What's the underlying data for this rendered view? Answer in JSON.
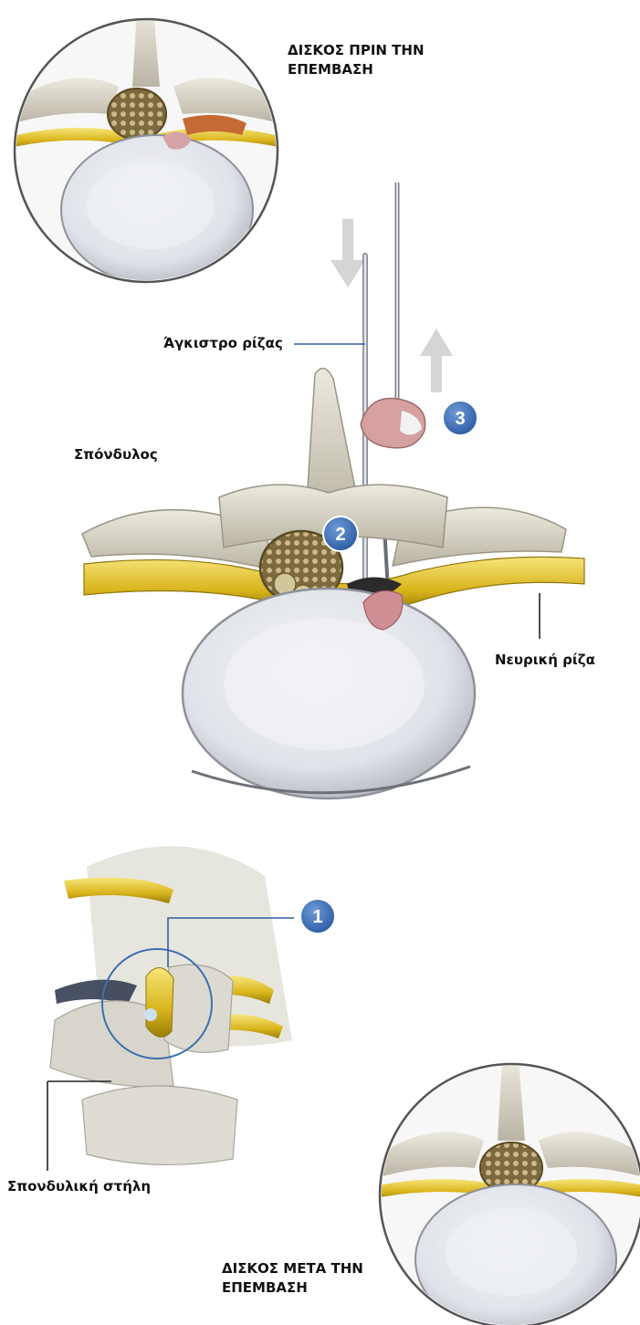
{
  "titles": {
    "before": "ΔΙΣΚΟΣ ΠΡΙΝ ΤΗΝ ΕΠΕΜΒΑΣΗ",
    "after": "ΔΙΣΚΟΣ ΜΕΤΑ ΤΗΝ ΕΠΕΜΒΑΣΗ"
  },
  "labels": {
    "root_hook": "Άγκιστρο ρίζας",
    "vertebra": "Σπόνδυλος",
    "nerve_root": "Νευρική ρίζα",
    "spinal_column": "Σπονδυλική στήλη"
  },
  "steps": [
    "1",
    "2",
    "3"
  ],
  "colors": {
    "badge": "#3f72b8",
    "nerve": "#e2c42a",
    "disc": "#e6e8ec",
    "bone": "#cfcbbd",
    "leader": "#2f5f9e",
    "herniation": "#c98a8f"
  }
}
